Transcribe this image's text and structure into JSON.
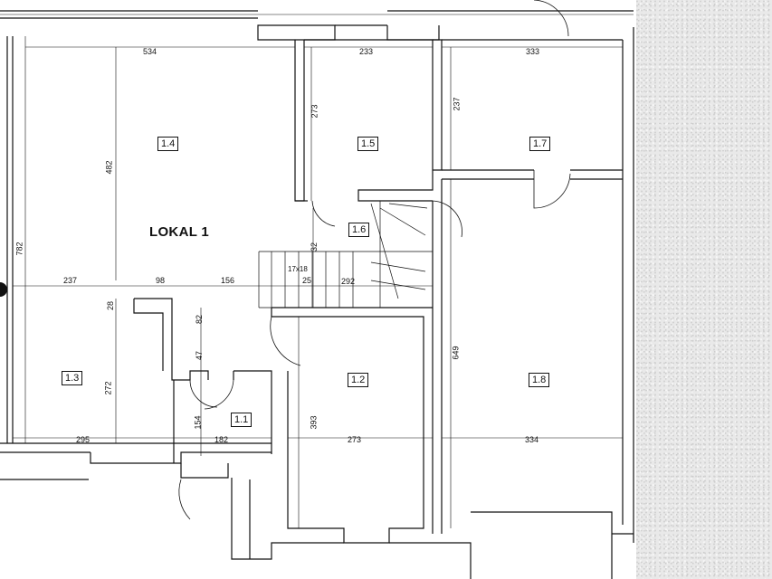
{
  "plan": {
    "title": "LOKAL 1",
    "rooms": [
      {
        "id": "1.1",
        "label": "1.1"
      },
      {
        "id": "1.2",
        "label": "1.2"
      },
      {
        "id": "1.3",
        "label": "1.3"
      },
      {
        "id": "1.4",
        "label": "1.4"
      },
      {
        "id": "1.5",
        "label": "1.5"
      },
      {
        "id": "1.6",
        "label": "1.6"
      },
      {
        "id": "1.7",
        "label": "1.7"
      },
      {
        "id": "1.8",
        "label": "1.8"
      }
    ],
    "dimensions": {
      "d534": "534",
      "d233": "233",
      "d333": "333",
      "d237h": "237",
      "d98": "98",
      "d156": "156",
      "d292": "292",
      "d295": "295",
      "d182": "182",
      "d273h": "273",
      "d334": "334",
      "d782": "782",
      "d482": "482",
      "d273v": "273",
      "d237v": "237",
      "d32": "32",
      "d28": "28",
      "d272": "272",
      "d82": "82",
      "d47": "47",
      "d154": "154",
      "d393": "393",
      "d649": "649",
      "d25": "25"
    },
    "stairs": {
      "spec": "17x18"
    }
  }
}
